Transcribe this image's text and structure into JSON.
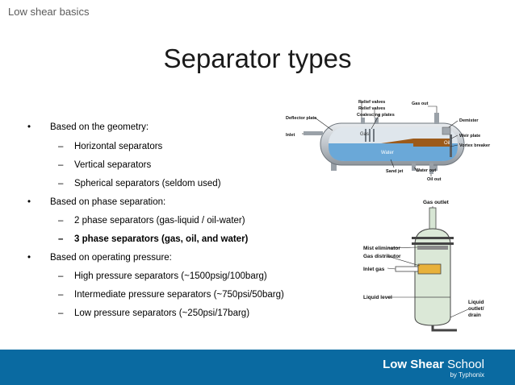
{
  "header": {
    "label": "Low shear basics"
  },
  "slide": {
    "title": "Separator types",
    "bullets": [
      {
        "level": 1,
        "mark": "•",
        "text": "Based on the geometry:",
        "bold": false
      },
      {
        "level": 2,
        "mark": "–",
        "text": "Horizontal separators",
        "bold": false
      },
      {
        "level": 2,
        "mark": "–",
        "text": "Vertical separators",
        "bold": false
      },
      {
        "level": 2,
        "mark": "–",
        "text": "Spherical separators (seldom used)",
        "bold": false
      },
      {
        "level": 1,
        "mark": "•",
        "text": "Based on phase separation:",
        "bold": false
      },
      {
        "level": 2,
        "mark": "–",
        "text": "2 phase separators (gas-liquid / oil-water)",
        "bold": false
      },
      {
        "level": 2,
        "mark": "–",
        "text": "3 phase separators (gas, oil, and water)",
        "bold": true
      },
      {
        "level": 1,
        "mark": "•",
        "text": "Based on operating pressure:",
        "bold": false
      },
      {
        "level": 2,
        "mark": "–",
        "text": "High pressure separators (~1500psig/100barg)",
        "bold": false
      },
      {
        "level": 2,
        "mark": "–",
        "text": "Intermediate pressure separators (~750psi/50barg)",
        "bold": false
      },
      {
        "level": 2,
        "mark": "–",
        "text": "Low pressure separators (~250psi/17barg)",
        "bold": false
      }
    ]
  },
  "horizontal_diagram": {
    "labels": {
      "relief1": "Relief valves",
      "relief2": "Relief valves",
      "coalescing": "Coalescing plates",
      "gas_out": "Gas out",
      "deflector": "Deflector plate",
      "demister": "Demister",
      "inlet": "Inlet",
      "gas": "Gas",
      "weir": "Weir plate",
      "oil": "Oil",
      "vortex": "Vortex breaker",
      "water": "Water",
      "sand_jet": "Sand jet",
      "water_out": "Water out",
      "oil_out": "Oil out"
    }
  },
  "vertical_diagram": {
    "labels": {
      "gas_outlet": "Gas outlet",
      "mist": "Mist eliminator",
      "distributor": "Gas distributor",
      "inlet_gas": "Inlet gas",
      "liquid_level": "Liquid level",
      "liquid_outlet_1": "Liquid",
      "liquid_outlet_2": "outlet/",
      "liquid_outlet_3": "drain"
    }
  },
  "footer": {
    "brand_bold": "Low Shear",
    "brand_light": " School",
    "by": "by Typhonix"
  },
  "colors": {
    "footer": "#0a6aa1",
    "gas": "#c9d6e3",
    "oil": "#9c5a1a",
    "water": "#6aa8d8"
  }
}
